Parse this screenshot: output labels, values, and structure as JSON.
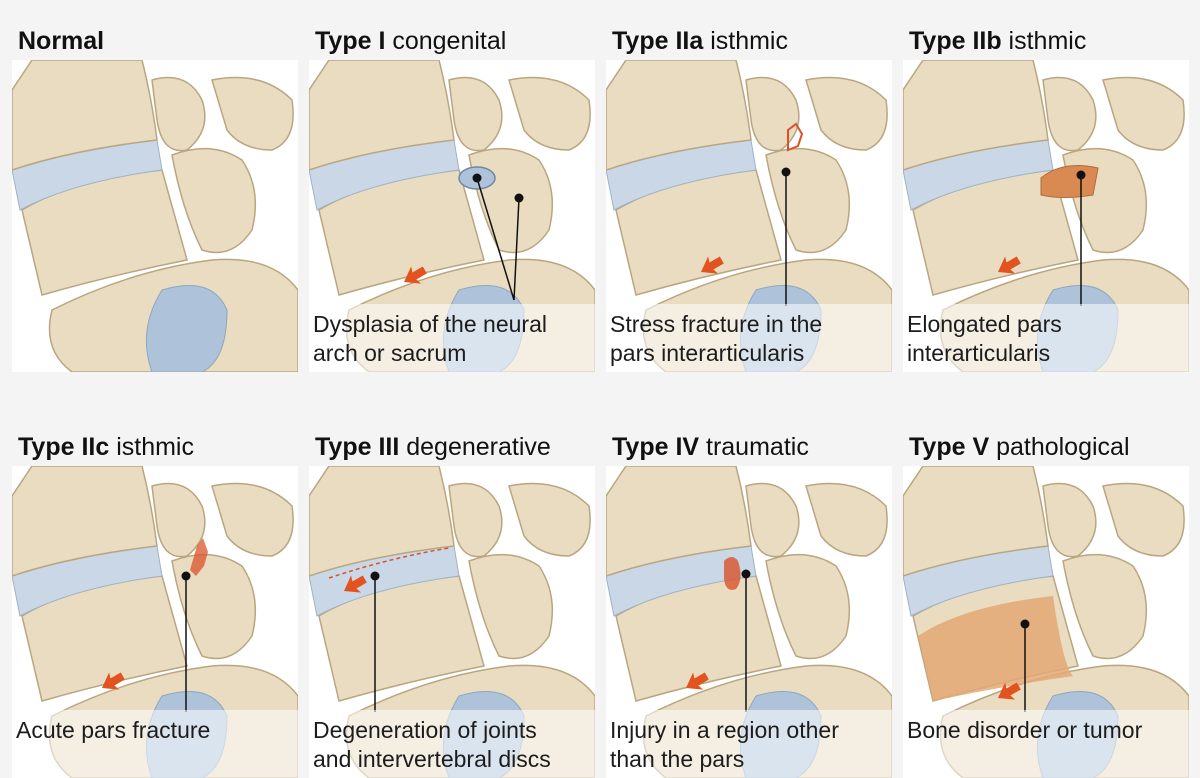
{
  "colors": {
    "bone": "#e9dcc0",
    "bone_edge": "#b9a681",
    "disc": "#c9d7e6",
    "canal": "#aec3da",
    "arrow": "#e2531f",
    "fracture": "#d9532a",
    "elongated": "#d88a52",
    "tumor": "#e3a874"
  },
  "panels": [
    {
      "key": "normal",
      "title_bold": "Normal",
      "title_rest": "",
      "caption_lines": []
    },
    {
      "key": "type1",
      "title_bold": "Type I",
      "title_rest": " congenital",
      "caption_lines": [
        "Dysplasia of the neural",
        "arch or sacrum"
      ]
    },
    {
      "key": "type2a",
      "title_bold": "Type IIa",
      "title_rest": " isthmic",
      "caption_lines": [
        "Stress fracture in the",
        "pars interarticularis"
      ]
    },
    {
      "key": "type2b",
      "title_bold": "Type IIb",
      "title_rest": " isthmic",
      "caption_lines": [
        "Elongated pars",
        "interarticularis"
      ]
    },
    {
      "key": "type2c",
      "title_bold": "Type IIc",
      "title_rest": " isthmic",
      "caption_lines": [
        "Acute pars fracture"
      ]
    },
    {
      "key": "type3",
      "title_bold": "Type III",
      "title_rest": " degenerative",
      "caption_lines": [
        "Degeneration of joints",
        "and intervertebral discs"
      ]
    },
    {
      "key": "type4",
      "title_bold": "Type IV",
      "title_rest": " traumatic",
      "caption_lines": [
        "Injury in a region other",
        "than the  pars"
      ]
    },
    {
      "key": "type5",
      "title_bold": "Type V",
      "title_rest": " pathological",
      "caption_lines": [
        "Bone disorder or tumor"
      ]
    }
  ]
}
